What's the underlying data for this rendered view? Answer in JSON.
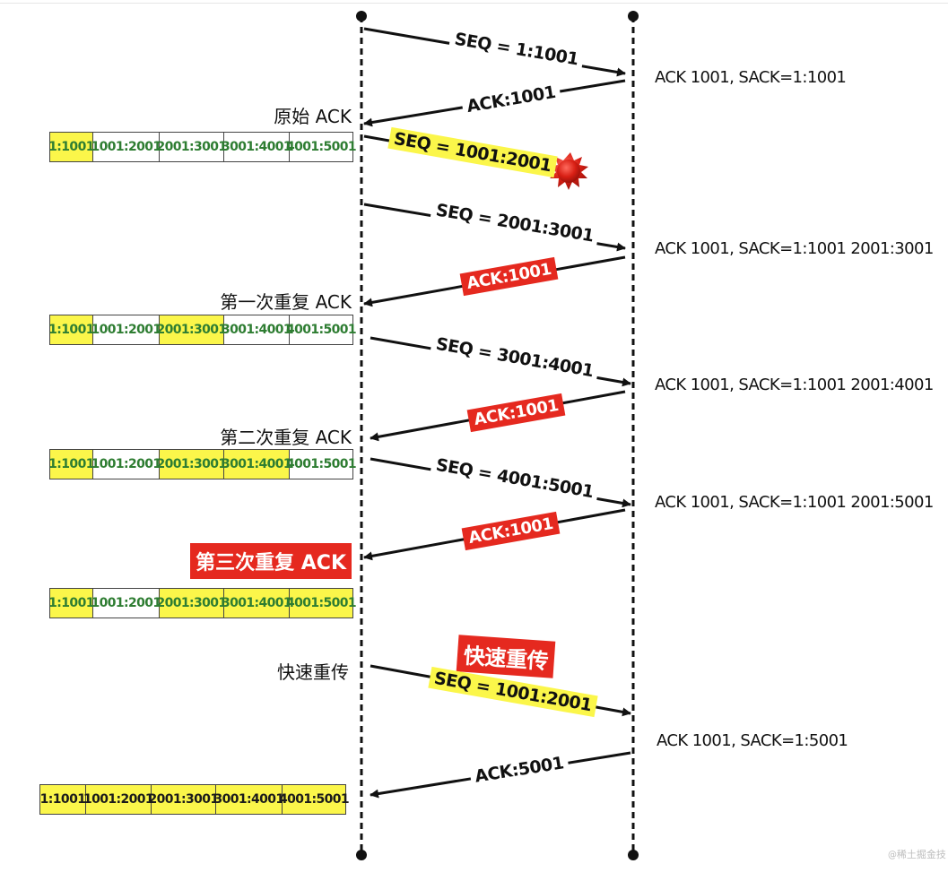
{
  "exchanges": [
    {
      "label": "SEQ = 1:1001",
      "style": "plain",
      "right_ack": "ACK 1001, SACK=1:1001"
    },
    {
      "label": "ACK:1001",
      "style": "plain"
    },
    {
      "label": "SEQ = 1001:2001",
      "style": "yellow",
      "lost": true
    },
    {
      "label": "SEQ = 2001:3001",
      "style": "plain",
      "right_ack": "ACK 1001, SACK=1:1001 2001:3001"
    },
    {
      "label": "ACK:1001",
      "style": "red"
    },
    {
      "label": "SEQ = 3001:4001",
      "style": "plain",
      "right_ack": "ACK 1001, SACK=1:1001 2001:4001"
    },
    {
      "label": "ACK:1001",
      "style": "red"
    },
    {
      "label": "SEQ = 4001:5001",
      "style": "plain",
      "right_ack": "ACK 1001, SACK=1:1001 2001:5001"
    },
    {
      "label": "ACK:1001",
      "style": "red"
    },
    {
      "label": "SEQ = 1001:2001",
      "style": "yellow",
      "badge": "快速重传",
      "right_ack": "ACK 1001, SACK=1:5001"
    },
    {
      "label": "ACK:5001",
      "style": "plain"
    }
  ],
  "left_labels": {
    "original_ack": "原始 ACK",
    "first_dup_ack": "第一次重复 ACK",
    "second_dup_ack": "第二次重复 ACK",
    "third_dup_ack": "第三次重复 ACK",
    "fast_retransmit": "快速重传"
  },
  "buffers": [
    {
      "cells": [
        "1:1001",
        "1001:2001",
        "2001:3001",
        "3001:4001",
        "4001:5001"
      ],
      "highlighted": [
        true,
        false,
        false,
        false,
        false
      ]
    },
    {
      "cells": [
        "1:1001",
        "1001:2001",
        "2001:3001",
        "3001:4001",
        "4001:5001"
      ],
      "highlighted": [
        true,
        false,
        true,
        false,
        false
      ]
    },
    {
      "cells": [
        "1:1001",
        "1001:2001",
        "2001:3001",
        "3001:4001",
        "4001:5001"
      ],
      "highlighted": [
        true,
        false,
        true,
        true,
        false
      ]
    },
    {
      "cells": [
        "1:1001",
        "1001:2001",
        "2001:3001",
        "3001:4001",
        "4001:5001"
      ],
      "highlighted": [
        true,
        false,
        true,
        true,
        true
      ]
    },
    {
      "cells": [
        "1:1001",
        "1001:2001",
        "2001:3001",
        "3001:4001",
        "4001:5001"
      ],
      "highlighted": [
        true,
        true,
        true,
        true,
        true
      ]
    }
  ],
  "fast_retransmit_badge": "快速重传",
  "watermark": "@稀土掘金技",
  "colors": {
    "highlight": "#fbf64a",
    "alert": "#e5291f",
    "cell_text": "#2e7d32",
    "line": "#111111"
  }
}
